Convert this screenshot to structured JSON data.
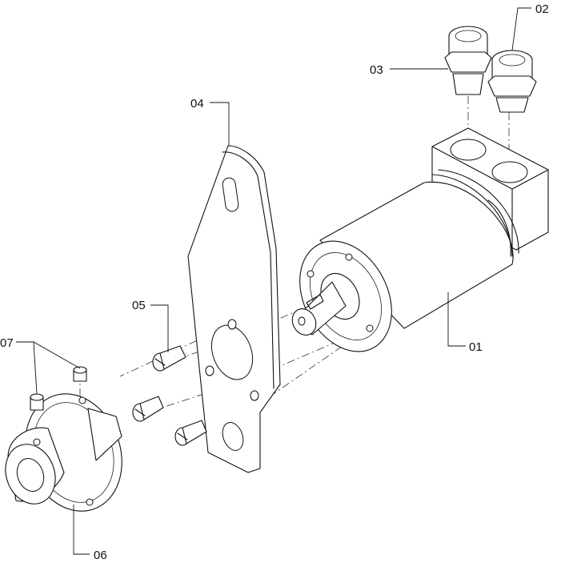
{
  "callouts": [
    {
      "id": "02",
      "label": "02"
    },
    {
      "id": "03",
      "label": "03"
    },
    {
      "id": "04",
      "label": "04"
    },
    {
      "id": "05",
      "label": "05"
    },
    {
      "id": "07",
      "label": "07"
    },
    {
      "id": "01",
      "label": "01"
    },
    {
      "id": "06",
      "label": "06"
    }
  ]
}
